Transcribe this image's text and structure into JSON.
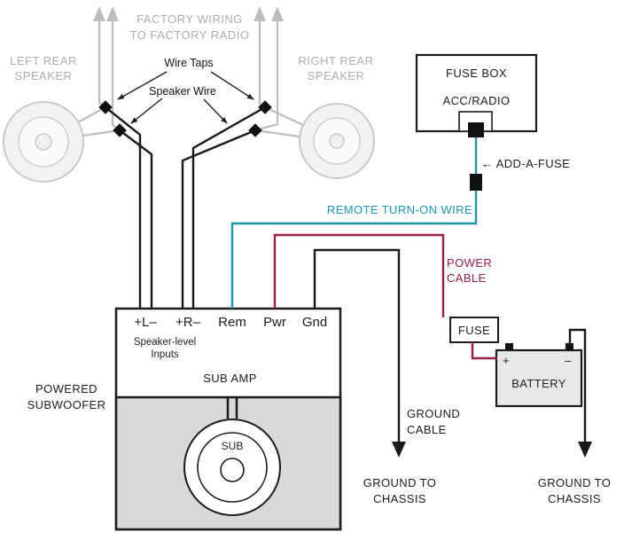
{
  "colors": {
    "factory_gray": "#bdbdbd",
    "remote_teal": "#1e94ac",
    "power_maroon": "#98204a",
    "wire_black": "#1a1a1a",
    "sub_panel_gray": "#d9d9d9"
  },
  "factory": {
    "wiring_line1": "FACTORY WIRING",
    "wiring_line2": "TO FACTORY RADIO",
    "left_speaker_line1": "LEFT REAR",
    "left_speaker_line2": "SPEAKER",
    "right_speaker_line1": "RIGHT REAR",
    "right_speaker_line2": "SPEAKER"
  },
  "callouts": {
    "wire_taps": "Wire Taps",
    "speaker_wire": "Speaker Wire",
    "left_arrow_icon": "←",
    "add_a_fuse": "ADD-A-FUSE",
    "remote_turn_on": "REMOTE TURN-ON WIRE",
    "power_cable_line1": "POWER",
    "power_cable_line2": "CABLE",
    "ground_cable_line1": "GROUND",
    "ground_cable_line2": "CABLE",
    "ground_chassis_line1": "GROUND TO",
    "ground_chassis_line2": "CHASSIS"
  },
  "fuse_box": {
    "title": "FUSE BOX",
    "circuit": "ACC/RADIO"
  },
  "power": {
    "fuse": "FUSE",
    "battery": "BATTERY",
    "plus": "+",
    "minus": "–"
  },
  "amp": {
    "terminals": [
      {
        "label": "+L–"
      },
      {
        "label": "+R–"
      },
      {
        "label": "Rem"
      },
      {
        "label": "Pwr"
      },
      {
        "label": "Gnd"
      }
    ],
    "inputs_line1": "Speaker-level",
    "inputs_line2": "Inputs",
    "name": "SUB AMP",
    "sub_label": "SUB",
    "outside_line1": "POWERED",
    "outside_line2": "SUBWOOFER"
  }
}
